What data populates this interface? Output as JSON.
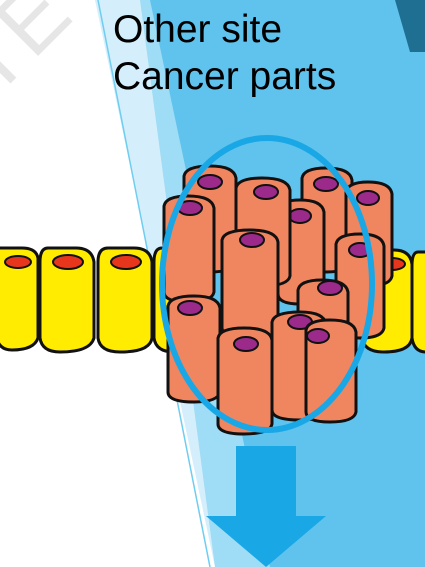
{
  "title": {
    "line1": "Other site",
    "line2": "Cancer parts"
  },
  "watermark": {
    "text": "TE",
    "color": "#c8c8c8"
  },
  "colors": {
    "background": "#ffffff",
    "panel_light": "#9fdcf5",
    "panel_mid": "#5fc3ee",
    "panel_dark": "#1f6f92",
    "highlight_ellipse": "#1aa7e6",
    "arrow": "#1aa7e6",
    "normal_cell_fill": "#ffec00",
    "normal_cell_nucleus": "#e8361c",
    "cancer_cell_fill": "#ef8660",
    "cancer_cell_top": "#f4a27e",
    "cancer_cell_nucleus": "#9b2a8a",
    "outline": "#111111"
  },
  "icons": {
    "arrow": "down-arrow-icon"
  }
}
